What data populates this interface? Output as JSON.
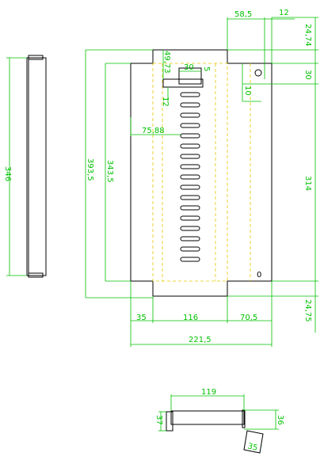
{
  "drawing": {
    "side_view": {
      "height_label": "346"
    },
    "front_view": {
      "dims": {
        "top_offset": "58,5",
        "top_small": "12",
        "right_top": "24,74",
        "right_hole": "30",
        "right_mid": "314",
        "right_bottom": "24,75",
        "inner_left": "343,5",
        "outer_left": "393,5",
        "slot_top": "49,73",
        "slot_width": "30",
        "slot_small": "5",
        "slot_pitch": "12",
        "hole_side": "10",
        "left_margin": "75,88",
        "bottom_left": "35",
        "bottom_mid": "116",
        "bottom_right": "70,5",
        "overall_width": "221,5"
      },
      "origin_label": "0"
    },
    "bottom_view": {
      "dims": {
        "width": "119",
        "left_height": "37",
        "right_height": "36",
        "tab": "35"
      }
    }
  }
}
